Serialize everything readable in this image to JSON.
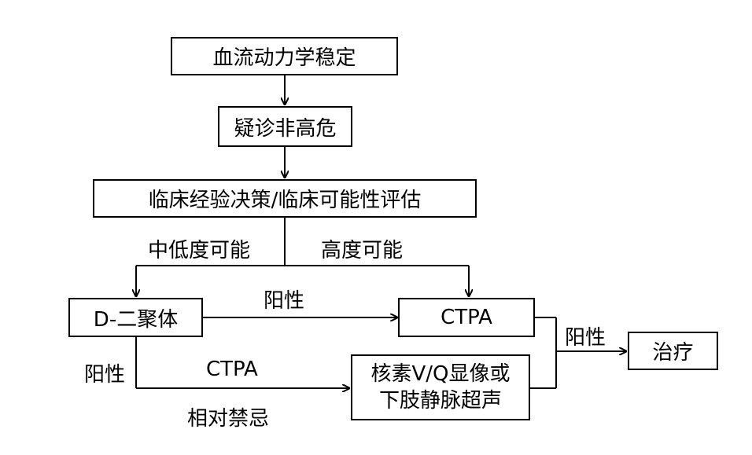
{
  "nodes": {
    "hemo_stable": "血流动力学稳定",
    "suspect_nonhigh": "疑诊非高危",
    "clinical_eval": "临床经验决策/临床可能性评估",
    "ddimer": "D-二聚体",
    "ctpa": "CTPA",
    "alt_imaging_line1": "核素V/Q显像或",
    "alt_imaging_line2": "下肢静脉超声",
    "treatment": "治疗"
  },
  "edge_labels": {
    "low_mid": "中低度可能",
    "high": "高度可能",
    "positive_ddimer_to_ctpa": "阳性",
    "positive_to_treatment": "阳性",
    "positive_ddimer_down": "阳性",
    "ctpa_contra_a": "CTPA",
    "ctpa_contra_b": "相对禁忌"
  }
}
